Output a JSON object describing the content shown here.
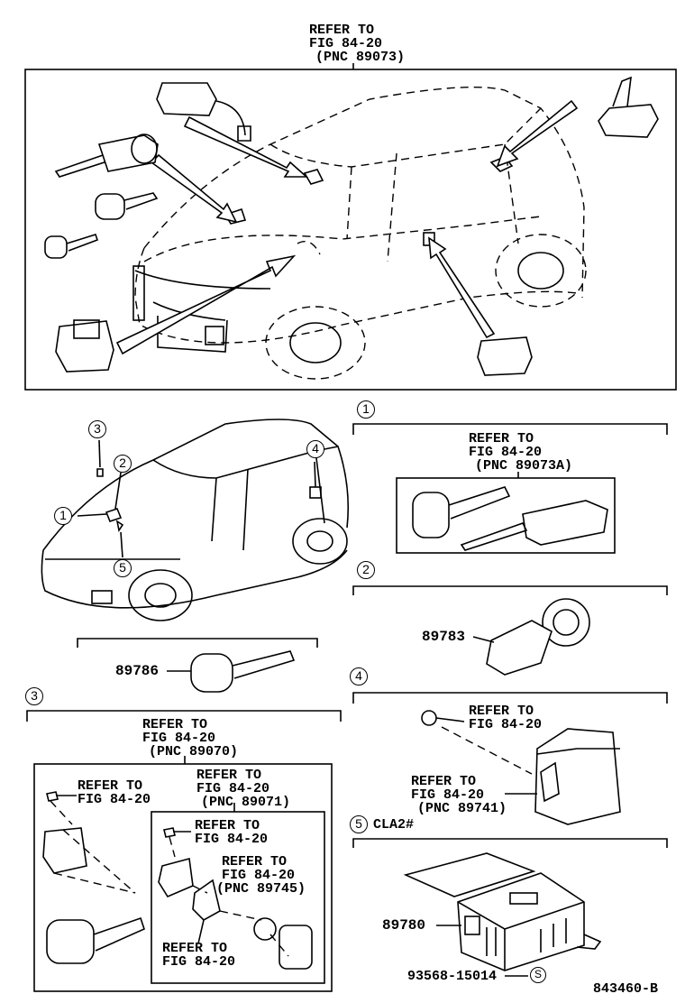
{
  "top_reference": {
    "l1": "REFER TO",
    "l2": "FIG 84-20",
    "l3": "(PNC 89073)"
  },
  "callouts": [
    "1",
    "2",
    "3",
    "4",
    "5"
  ],
  "sec1": {
    "num": "1",
    "l1": "REFER TO",
    "l2": "FIG 84-20",
    "l3": "(PNC 89073A)"
  },
  "sec2": {
    "num": "2",
    "part": "89783"
  },
  "key_part": "89786",
  "sec3": {
    "num": "3",
    "outer": {
      "l1": "REFER TO",
      "l2": "FIG 84-20",
      "l3": "(PNC 89070)"
    },
    "screw": {
      "l1": "REFER TO",
      "l2": "FIG 84-20"
    },
    "inner": {
      "l1": "REFER TO",
      "l2": "FIG 84-20",
      "l3": "(PNC 89071)"
    },
    "inner_screw": {
      "l1": "REFER TO",
      "l2": "FIG 84-20"
    },
    "battery": {
      "l1": "REFER TO",
      "l2": "FIG 84-20",
      "l3": "(PNC 89745)"
    },
    "bottom": {
      "l1": "REFER TO",
      "l2": "FIG 84-20"
    }
  },
  "sec4": {
    "num": "4",
    "bolt": {
      "l1": "REFER TO",
      "l2": "FIG 84-20"
    },
    "ecu": {
      "l1": "REFER TO",
      "l2": "FIG 84-20",
      "l3": "(PNC 89741)"
    }
  },
  "sec5": {
    "num": "5",
    "code": "CLA2#",
    "part": "89780",
    "fastener": "93568-15014",
    "fastener_symbol": "S"
  },
  "figure_id": "843460-B"
}
